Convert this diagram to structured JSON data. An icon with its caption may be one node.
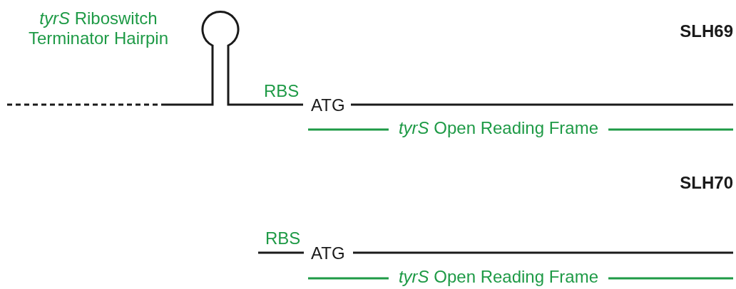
{
  "diagram": {
    "labels": [
      "*tyrS* Riboswitch Terminator Hairpin",
      "SLH69",
      "RBS",
      "ATG",
      "*tyrS* Open Reading Frame",
      "SLH70",
      "RBS",
      "ATG",
      "*tyrS* Open Reading Frame"
    ]
  }
}
